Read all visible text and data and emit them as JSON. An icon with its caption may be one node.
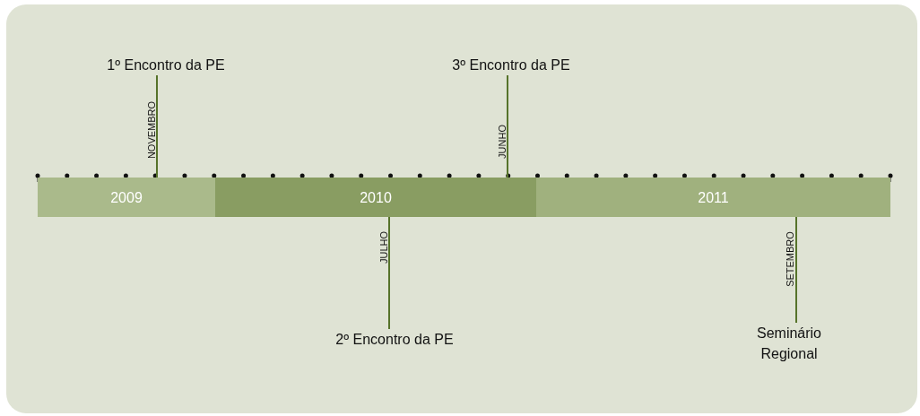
{
  "diagram": {
    "nodes": [
      {
        "text": [
          "2009"
        ]
      },
      {
        "text": [
          "2010"
        ]
      },
      {
        "text": [
          "2011"
        ]
      },
      {
        "text": [
          "1º Encontro da PE"
        ]
      },
      {
        "text": [
          "3º Encontro da PE"
        ]
      },
      {
        "text": [
          "2º Encontro da PE"
        ]
      },
      {
        "text": [
          "Seminário Regional"
        ]
      }
    ],
    "edges": [
      {
        "from": 3,
        "to": 0,
        "arrow": "none"
      },
      {
        "from": 4,
        "to": 1,
        "arrow": "none"
      },
      {
        "from": 5,
        "to": 1,
        "arrow": "none"
      },
      {
        "from": 6,
        "to": 2,
        "arrow": "none"
      }
    ],
    "labels": [
      "NOVEMBRO",
      "JUNHO",
      "JULHO",
      "SETEMBRO"
    ]
  }
}
